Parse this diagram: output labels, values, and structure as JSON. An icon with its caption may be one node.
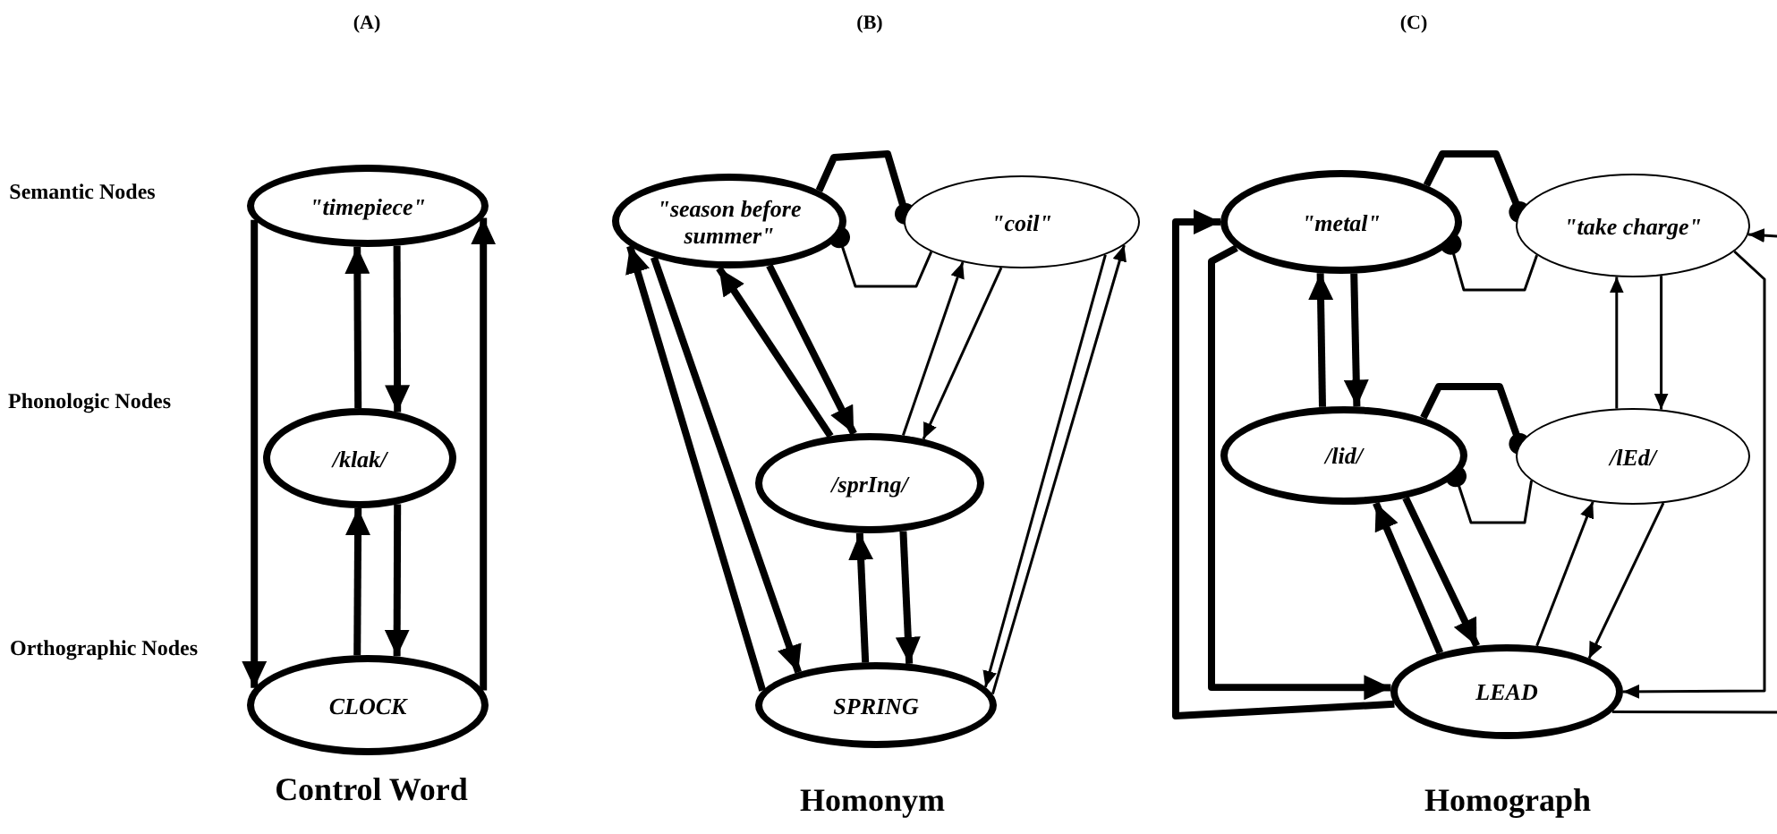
{
  "diagram": {
    "nodes": [
      {
        "text": [
          "\"timepiece\""
        ]
      },
      {
        "text": [
          "/klak/"
        ]
      },
      {
        "text": [
          "CLOCK"
        ]
      },
      {
        "text": [
          "\"season before summer\""
        ]
      },
      {
        "text": [
          "\"coil\""
        ]
      },
      {
        "text": [
          "/sprIng/"
        ]
      },
      {
        "text": [
          "SPRING"
        ]
      },
      {
        "text": [
          "\"metal\""
        ]
      },
      {
        "text": [
          "\"take charge\""
        ]
      },
      {
        "text": [
          "/lid/"
        ]
      },
      {
        "text": [
          "/lEd/"
        ]
      },
      {
        "text": [
          "LEAD"
        ]
      }
    ],
    "edges": [
      {
        "from": 0,
        "to": 1,
        "arrow": "to"
      },
      {
        "from": 1,
        "to": 0,
        "arrow": "to"
      },
      {
        "from": 1,
        "to": 2,
        "arrow": "to"
      },
      {
        "from": 2,
        "to": 1,
        "arrow": "to"
      },
      {
        "from": 0,
        "to": 2,
        "arrow": "to"
      },
      {
        "from": 2,
        "to": 0,
        "arrow": "to"
      },
      {
        "from": 6,
        "to": 3,
        "arrow": "to"
      },
      {
        "from": 3,
        "to": 6,
        "arrow": "to"
      },
      {
        "from": 5,
        "to": 3,
        "arrow": "to"
      },
      {
        "from": 3,
        "to": 5,
        "arrow": "to"
      },
      {
        "from": 6,
        "to": 5,
        "arrow": "to"
      },
      {
        "from": 5,
        "to": 6,
        "arrow": "to"
      },
      {
        "from": 5,
        "to": 4,
        "arrow": "to"
      },
      {
        "from": 4,
        "to": 5,
        "arrow": "to"
      },
      {
        "from": 4,
        "to": 6,
        "arrow": "to"
      },
      {
        "from": 6,
        "to": 4,
        "arrow": "to"
      },
      {
        "from": 3,
        "to": 4,
        "arrow": "other"
      },
      {
        "from": 4,
        "to": 3,
        "arrow": "other"
      },
      {
        "from": 9,
        "to": 7,
        "arrow": "to"
      },
      {
        "from": 7,
        "to": 9,
        "arrow": "to"
      },
      {
        "from": 11,
        "to": 9,
        "arrow": "to"
      },
      {
        "from": 9,
        "to": 11,
        "arrow": "to"
      },
      {
        "from": 11,
        "to": 10,
        "arrow": "to"
      },
      {
        "from": 10,
        "to": 11,
        "arrow": "to"
      },
      {
        "from": 10,
        "to": 8,
        "arrow": "to"
      },
      {
        "from": 8,
        "to": 10,
        "arrow": "to"
      },
      {
        "from": 7,
        "to": 8,
        "arrow": "other"
      },
      {
        "from": 8,
        "to": 7,
        "arrow": "other"
      },
      {
        "from": 9,
        "to": 10,
        "arrow": "other"
      },
      {
        "from": 10,
        "to": 9,
        "arrow": "other"
      },
      {
        "from": 11,
        "to": 7,
        "arrow": "to"
      },
      {
        "from": 7,
        "to": 11,
        "arrow": "to"
      },
      {
        "from": 8,
        "to": 11,
        "arrow": "to"
      },
      {
        "from": null,
        "to": 8,
        "arrow": "to"
      },
      {
        "from": 11,
        "to": null,
        "arrow": "none"
      }
    ],
    "labels": [
      "(A)",
      "(B)",
      "(C)",
      "Semantic Nodes",
      "Phonologic Nodes",
      "Orthographic Nodes",
      "Control Word",
      "Homonym",
      "Homograph"
    ]
  }
}
